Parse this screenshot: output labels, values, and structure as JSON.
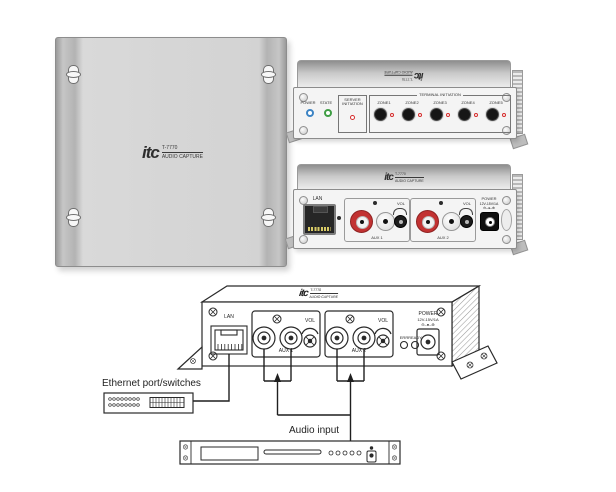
{
  "brand": {
    "logo": "itc",
    "model": "T-7770",
    "product": "AUDIO CAPTURE"
  },
  "front_panel": {
    "power_label": "POWER",
    "state_label": "STATE",
    "server_initiation_line1": "SERVER",
    "server_initiation_line2": "INITIATION",
    "terminal_initiation_label": "TERMINAL INITIATION",
    "zones": [
      "ZONE1",
      "ZONE2",
      "ZONE3",
      "ZONE4",
      "ZONE5"
    ]
  },
  "rear_panel": {
    "lan_label": "LAN",
    "vol_label": "VOL",
    "aux1_label": "AUX 1",
    "aux2_label": "AUX 2",
    "power_label": "POWER",
    "power_spec": "12V-15V/1A",
    "polarity": "⊖–●–⊕"
  },
  "diagram": {
    "lan_label": "LAN",
    "vol_label": "VOL",
    "aux1_label": "AUX 1",
    "aux2_label": "AUX 2",
    "err_label": "ERR",
    "ready_label": "READY",
    "power_label": "POWER",
    "power_spec": "12V-15V/1A",
    "polarity": "⊖–●–⊕",
    "ethernet_label": "Ethernet port/switches",
    "audio_input_label": "Audio input"
  },
  "colors": {
    "power_led": "#3d84c4",
    "state_led": "#3f9e44",
    "init_led": "#d42a2a",
    "rca_red": "#c23232",
    "line_art": "#2a2a2a"
  }
}
